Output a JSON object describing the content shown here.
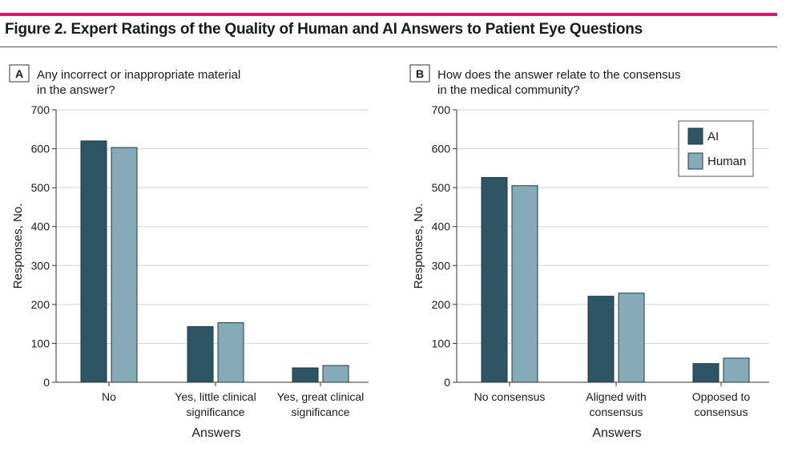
{
  "figure": {
    "title": "Figure 2. Expert Ratings of the Quality of Human and AI Answers to Patient Eye Questions",
    "accent_color": "#d6196d"
  },
  "colors": {
    "AI": "#2e5563",
    "Human": "#86aab8"
  },
  "chart_data": [
    {
      "type": "bar",
      "panel_letter": "A",
      "title_lines": [
        "Any incorrect or inappropriate material",
        "in the answer?"
      ],
      "xlabel": "Answers",
      "ylabel": "Responses, No.",
      "ylim": [
        0,
        700
      ],
      "yticks": [
        0,
        100,
        200,
        300,
        400,
        500,
        600,
        700
      ],
      "grid": true,
      "legend": null,
      "categories": [
        [
          "No"
        ],
        [
          "Yes, little clinical",
          "significance"
        ],
        [
          "Yes, great clinical",
          "significance"
        ]
      ],
      "series": [
        {
          "name": "AI",
          "values": [
            620,
            143,
            37
          ]
        },
        {
          "name": "Human",
          "values": [
            603,
            153,
            43
          ]
        }
      ]
    },
    {
      "type": "bar",
      "panel_letter": "B",
      "title_lines": [
        "How does the answer relate to the consensus",
        "in the medical community?"
      ],
      "xlabel": "Answers",
      "ylabel": "Responses, No.",
      "ylim": [
        0,
        700
      ],
      "yticks": [
        0,
        100,
        200,
        300,
        400,
        500,
        600,
        700
      ],
      "grid": true,
      "legend": "top-right",
      "categories": [
        [
          "No consensus"
        ],
        [
          "Aligned with",
          "consensus"
        ],
        [
          "Opposed to",
          "consensus"
        ]
      ],
      "series": [
        {
          "name": "AI",
          "values": [
            526,
            221,
            48
          ]
        },
        {
          "name": "Human",
          "values": [
            505,
            229,
            62
          ]
        }
      ]
    }
  ]
}
